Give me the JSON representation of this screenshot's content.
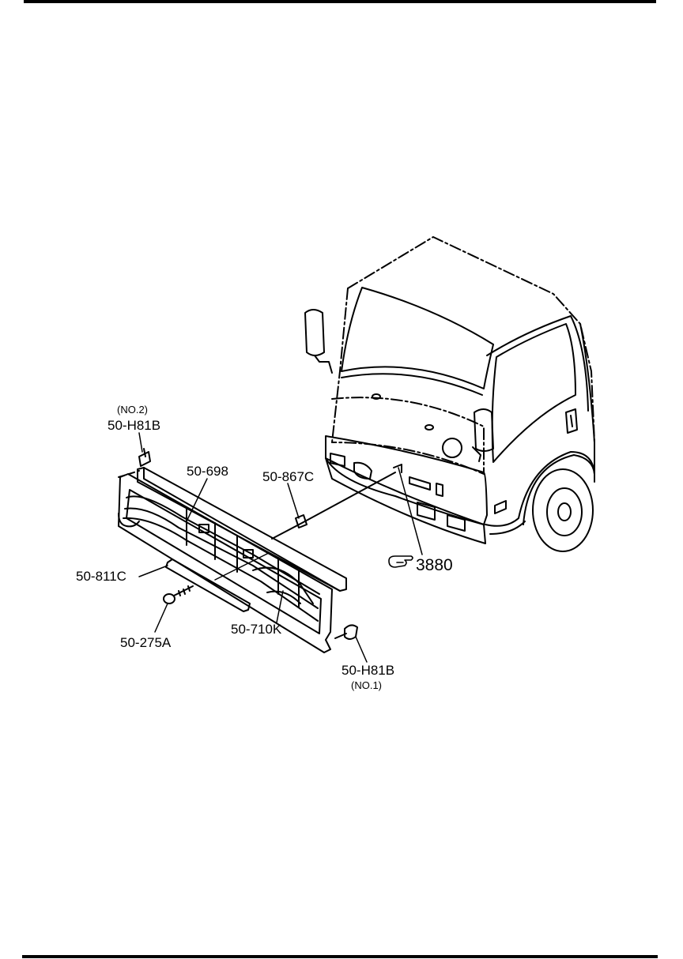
{
  "labels": {
    "h81b_no2_note": "(NO.2)",
    "h81b_no2": "50-H81B",
    "p698": "50-698",
    "p867c": "50-867C",
    "p811c": "50-811C",
    "p275a": "50-275A",
    "p710k": "50-710K",
    "h81b_no1": "50-H81B",
    "h81b_no1_note": "(NO.1)",
    "ref_page": "3880"
  },
  "icons": {
    "ref_pointer": "pointing-hand-icon"
  },
  "colors": {
    "ink": "#000000",
    "paper": "#ffffff"
  }
}
